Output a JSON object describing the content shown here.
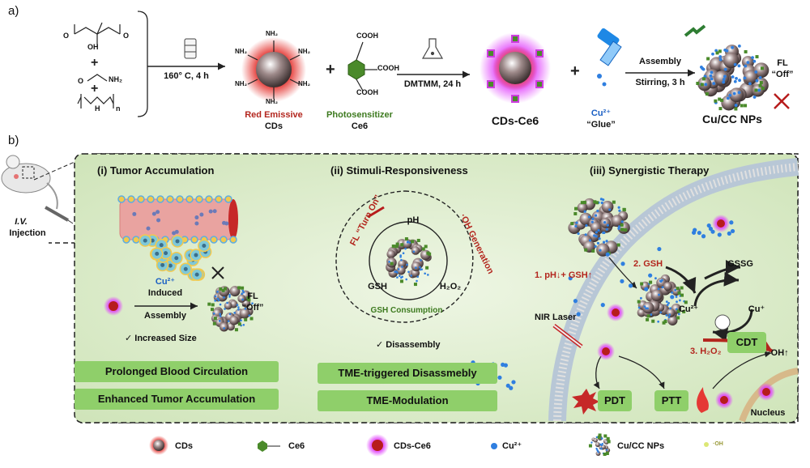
{
  "panel_a": {
    "label": "a)",
    "step1_conditions": "160° C, 4 h",
    "cds_caption_line1": "Red Emissive",
    "cds_caption_line2": "CDs",
    "ps_caption_line1": "Photosensitizer",
    "ps_caption_line2": "Ce6",
    "step2_conditions": "DMTMM, 24 h",
    "product1": "CDs-Ce6",
    "cu_label": "Cu²⁺",
    "glue_label": "“Glue”",
    "step3_line1": "Assembly",
    "step3_line2": "Stirring, 3 h",
    "product2": "Cu/CC NPs",
    "fl_line1": "FL",
    "fl_line2": "“Off”",
    "reagents": {
      "nh2": "NH₂",
      "n_label": "n",
      "h_label": "H",
      "oh": "OH",
      "o": "O",
      "cooh": "COOH"
    }
  },
  "panel_b": {
    "label": "b)",
    "iv_line1": "I.V.",
    "iv_line2": "Injection",
    "section1": {
      "title": "(i)  Tumor Accumulation",
      "cu_label": "Cu²⁺",
      "induced": "Induced",
      "assembly": "Assembly",
      "fl_line1": "FL",
      "fl_line2": "“Off”",
      "check": "✓  Increased Size",
      "box1": "Prolonged Blood Circulation",
      "box2": "Enhanced Tumor Accumulation"
    },
    "section2": {
      "title": "(ii)  Stimuli-Responsiveness",
      "ph": "pH",
      "gsh": "GSH",
      "h2o2": "H₂O₂",
      "fl_turn_on": "FL “Turn On”",
      "oh_generation": "·OH Generation",
      "gsh_consumption": "GSH Consumption",
      "check": "✓  Disassembly",
      "box1": "TME-triggered Disassmebly",
      "box2": "TME-Modulation"
    },
    "section3": {
      "title": "(iii)  Synergistic Therapy",
      "step1": "1. pH↓+ GSH↑",
      "step2": "2. GSH",
      "gssg": "GSSG",
      "cu2": "Cu²⁺",
      "cu1": "Cu⁺",
      "step3": "3. H₂O₂",
      "cdt": "CDT",
      "oh_up": "·OH↑",
      "nir": "NIR Laser",
      "pdt": "PDT",
      "ptt": "PTT",
      "nucleus": "Nucleus"
    }
  },
  "legend": {
    "cds": "CDs",
    "ce6": "Ce6",
    "cds_ce6": "CDs-Ce6",
    "cu": "Cu²⁺",
    "cucc": "Cu/CC NPs",
    "oh": "·OH"
  },
  "colors": {
    "panel_bg": "#d9ebc8",
    "box_green": "#8fcf6a",
    "cds_red": "#c0392b",
    "ce6_green": "#4a8a2a",
    "ce6_halo": "#e040fb",
    "cu_blue": "#2f7fe0",
    "title_red": "#b3261e",
    "ce6_text_green": "#3d7a1f",
    "cu_text_blue": "#1a5fc4"
  }
}
